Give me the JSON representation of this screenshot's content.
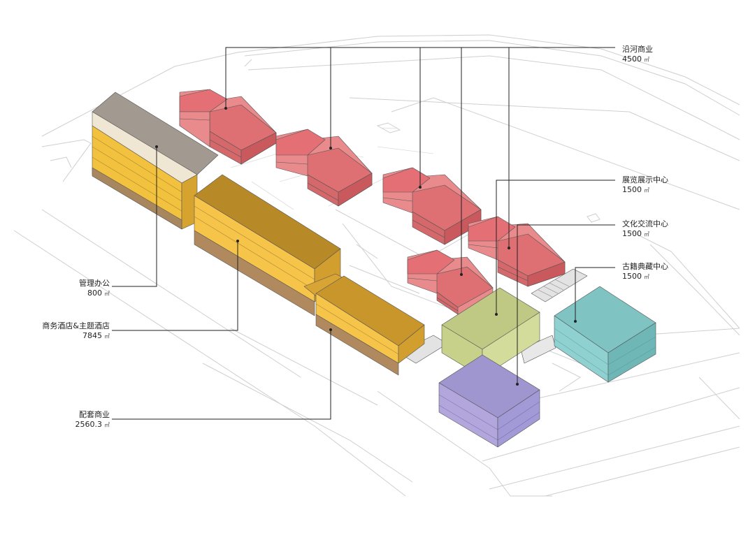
{
  "labels": {
    "riverside": {
      "name": "沿河商业",
      "area": "4500",
      "unit": "㎡"
    },
    "exhibition": {
      "name": "展览展示中心",
      "area": "1500",
      "unit": "㎡"
    },
    "culture": {
      "name": "文化交流中心",
      "area": "1500",
      "unit": "㎡"
    },
    "archive": {
      "name": "古籍典藏中心",
      "area": "1500",
      "unit": "㎡"
    },
    "office": {
      "name": "管理办公",
      "area": "800",
      "unit": "㎡"
    },
    "hotel": {
      "name": "商务酒店&主题酒店",
      "area": "7845",
      "unit": "㎡"
    },
    "retail": {
      "name": "配套商业",
      "area": "2560.3",
      "unit": "㎡"
    }
  },
  "colors": {
    "background": "#ffffff",
    "site_lines": "#cfcfcf",
    "riverside_front": "#e98a8c",
    "riverside_side": "#d4686b",
    "riverside_roof": "#de6f73",
    "office_roof": "#f0e6d4",
    "office_roof_side": "#a29a90",
    "office_body": "#f2c23f",
    "office_base": "#a8875e",
    "hotel_front": "#f7c44a",
    "hotel_side": "#d29e2e",
    "hotel_roof": "#b88a27",
    "hotel_base": "#b08a5e",
    "exhibition": "#c7d18a",
    "archive": "#8fd0d0",
    "culture": "#b2a6dd",
    "bridge": "#e3e3e3",
    "leader": "#222222"
  }
}
